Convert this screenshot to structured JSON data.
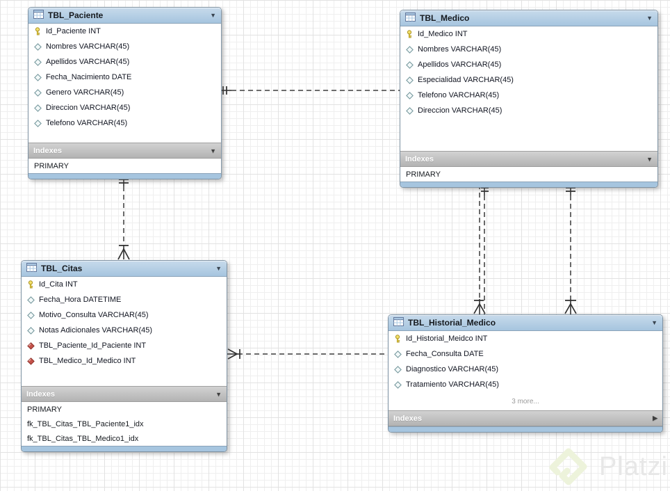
{
  "watermark": {
    "brand": "Platzi",
    "logo_color": "#edf3db",
    "text_color": "#e7e7e7"
  },
  "colors": {
    "table_header": "#a6c5df",
    "indexes_bar": "#bdbdbd",
    "relationship_line": "#5a5a5a",
    "key_icon": "#e8cf3e",
    "column_icon_outline": "#76989e",
    "fk_icon": "#c4524a"
  },
  "tables": [
    {
      "name": "TBL_Paciente",
      "header_arrow": "▼",
      "columns": [
        {
          "icon": "key",
          "text": "Id_Paciente INT"
        },
        {
          "icon": "diamond",
          "text": "Nombres VARCHAR(45)"
        },
        {
          "icon": "diamond",
          "text": "Apellidos VARCHAR(45)"
        },
        {
          "icon": "diamond",
          "text": "Fecha_Nacimiento DATE"
        },
        {
          "icon": "diamond",
          "text": "Genero VARCHAR(45)"
        },
        {
          "icon": "diamond",
          "text": "Direccion VARCHAR(45)"
        },
        {
          "icon": "diamond",
          "text": "Telefono VARCHAR(45)"
        }
      ],
      "more": null,
      "indexes_label": "Indexes",
      "indexes_arrow": "▼",
      "indexes": [
        "PRIMARY"
      ]
    },
    {
      "name": "TBL_Medico",
      "header_arrow": "▼",
      "columns": [
        {
          "icon": "key",
          "text": "Id_Medico INT"
        },
        {
          "icon": "diamond",
          "text": "Nombres VARCHAR(45)"
        },
        {
          "icon": "diamond",
          "text": "Apellidos VARCHAR(45)"
        },
        {
          "icon": "diamond",
          "text": "Especialidad VARCHAR(45)"
        },
        {
          "icon": "diamond",
          "text": "Telefono VARCHAR(45)"
        },
        {
          "icon": "diamond",
          "text": "Direccion VARCHAR(45)"
        }
      ],
      "more": null,
      "indexes_label": "Indexes",
      "indexes_arrow": "▼",
      "indexes": [
        "PRIMARY"
      ]
    },
    {
      "name": "TBL_Citas",
      "header_arrow": "▼",
      "columns": [
        {
          "icon": "key",
          "text": "Id_Cita INT"
        },
        {
          "icon": "diamond",
          "text": "Fecha_Hora DATETIME"
        },
        {
          "icon": "diamond",
          "text": "Motivo_Consulta VARCHAR(45)"
        },
        {
          "icon": "diamond",
          "text": "Notas Adicionales VARCHAR(45)"
        },
        {
          "icon": "fk",
          "text": "TBL_Paciente_Id_Paciente INT"
        },
        {
          "icon": "fk",
          "text": "TBL_Medico_Id_Medico INT"
        }
      ],
      "more": null,
      "indexes_label": "Indexes",
      "indexes_arrow": "▼",
      "indexes": [
        "PRIMARY",
        "fk_TBL_Citas_TBL_Paciente1_idx",
        "fk_TBL_Citas_TBL_Medico1_idx"
      ]
    },
    {
      "name": "TBL_Historial_Medico",
      "header_arrow": "▼",
      "columns": [
        {
          "icon": "key",
          "text": "Id_Historial_Meidco INT"
        },
        {
          "icon": "diamond",
          "text": "Fecha_Consulta DATE"
        },
        {
          "icon": "diamond",
          "text": "Diagnostico VARCHAR(45)"
        },
        {
          "icon": "diamond",
          "text": "Tratamiento VARCHAR(45)"
        }
      ],
      "more": "3 more...",
      "indexes_label": "Indexes",
      "indexes_arrow": "▶",
      "indexes": []
    }
  ],
  "relationships": [
    {
      "from": "TBL_Paciente",
      "to": "TBL_Citas"
    },
    {
      "from": "TBL_Paciente",
      "to": "TBL_Historial_Medico"
    },
    {
      "from": "TBL_Medico",
      "to": "TBL_Historial_Medico"
    },
    {
      "from": "TBL_Medico",
      "to": "TBL_Citas"
    }
  ]
}
